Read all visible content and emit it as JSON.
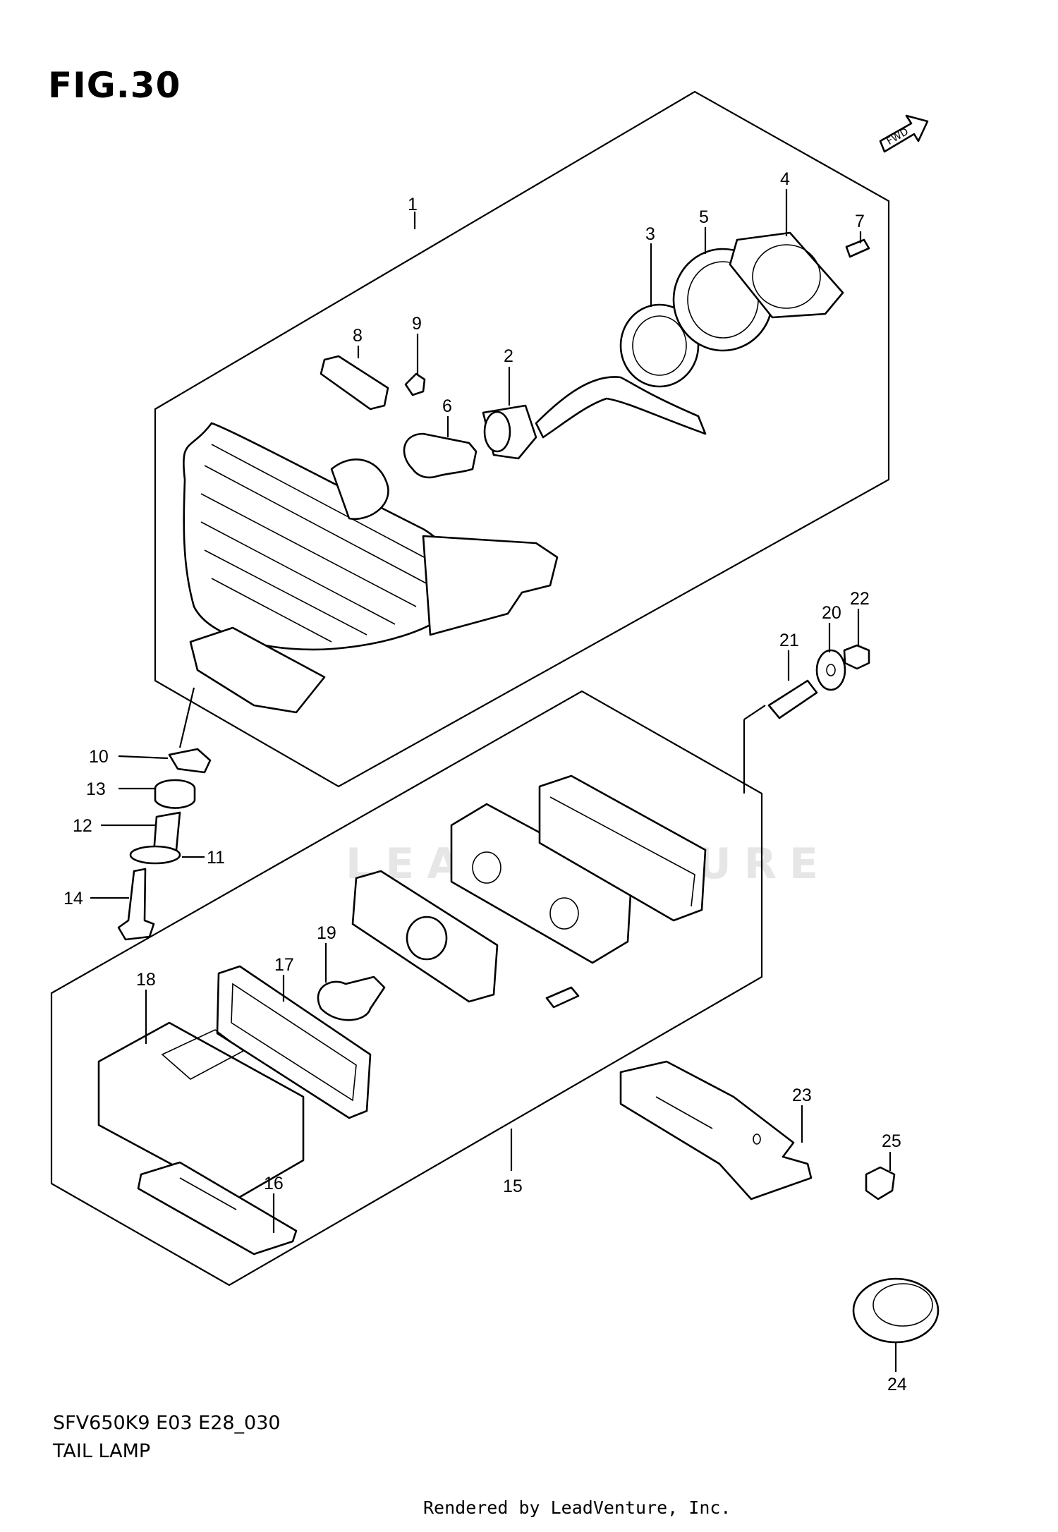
{
  "figure": {
    "title": "FIG.30",
    "model_code": "SFV650K9 E03 E28_030",
    "section_name": "TAIL LAMP",
    "footer": "Rendered by LeadVenture, Inc.",
    "fwd_label": "FWD",
    "watermark_text": "LEADVENTURE"
  },
  "callouts": [
    "1",
    "2",
    "3",
    "4",
    "5",
    "6",
    "7",
    "8",
    "9",
    "10",
    "11",
    "12",
    "13",
    "14",
    "15",
    "16",
    "17",
    "18",
    "19",
    "20",
    "21",
    "22",
    "23",
    "24",
    "25"
  ]
}
